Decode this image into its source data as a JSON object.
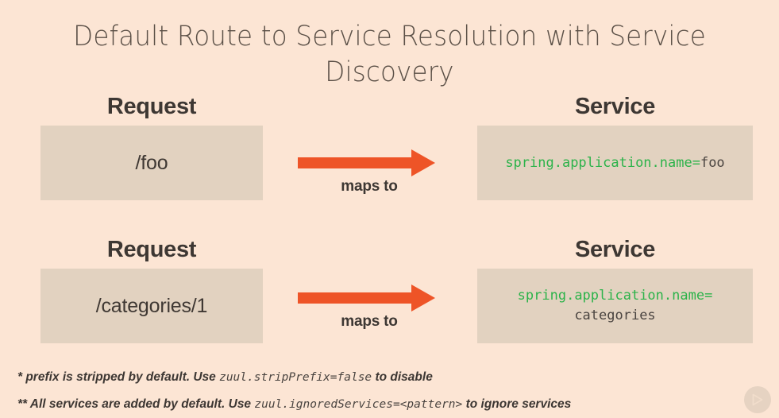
{
  "slide": {
    "background_color": "#fce5d4",
    "box_color": "#e2d2c0",
    "arrow_color": "#ee5427",
    "code_accent_color": "#2cb34a",
    "text_color": "#3d3733",
    "title": "Default Route to Service Resolution with Service Discovery"
  },
  "rows": [
    {
      "request_heading": "Request",
      "request_value": "/foo",
      "connector_label": "maps to",
      "service_heading": "Service",
      "service_key": "spring.application.name=",
      "service_value": "foo"
    },
    {
      "request_heading": "Request",
      "request_value": "/categories/1",
      "connector_label": "maps to",
      "service_heading": "Service",
      "service_key": "spring.application.name=",
      "service_value": "categories"
    }
  ],
  "footnotes": [
    {
      "marker_and_lead": "* prefix is stripped by default. Use ",
      "code": "zuul.stripPrefix=false",
      "trail": " to disable"
    },
    {
      "marker_and_lead": "** All services are added by default. Use ",
      "code": "zuul.ignoredServices=<pattern>",
      "trail": " to ignore services"
    }
  ],
  "controls": {
    "next_icon": "play-next-icon"
  }
}
